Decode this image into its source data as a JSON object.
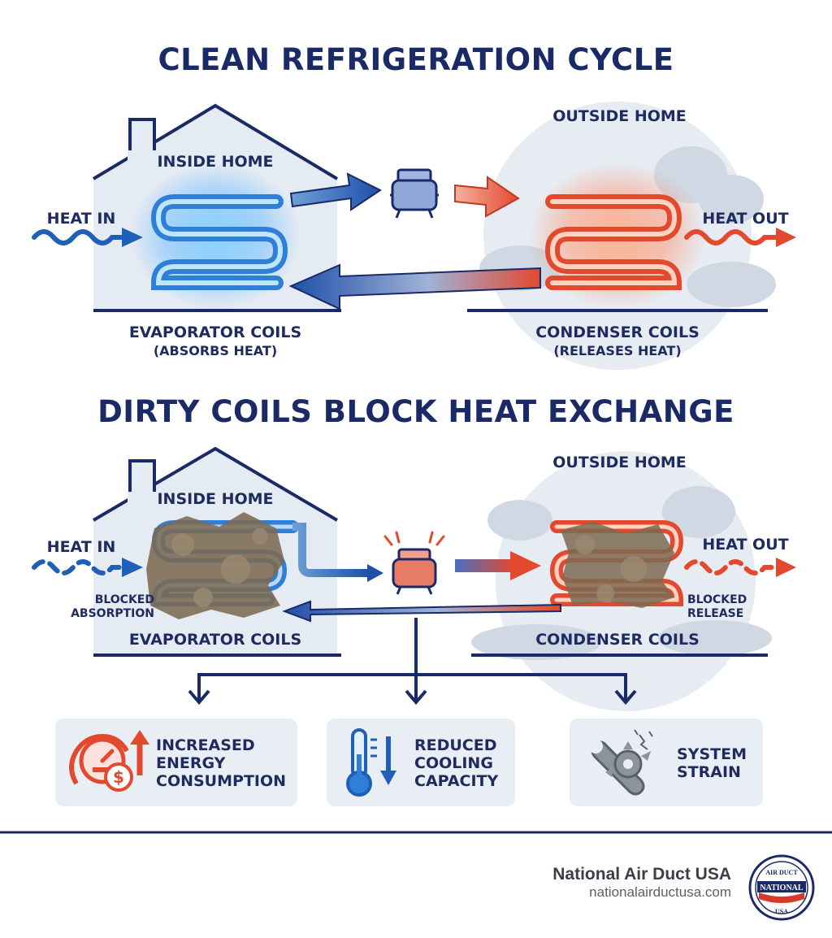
{
  "top": {
    "title": "CLEAN REFRIGERATION CYCLE",
    "inside_label": "INSIDE HOME",
    "outside_label": "OUTSIDE HOME",
    "heat_in": "HEAT IN",
    "heat_out": "HEAT OUT",
    "evap_label": "EVAPORATOR COILS",
    "evap_sub": "(ABSORBS HEAT)",
    "cond_label": "CONDENSER COILS",
    "cond_sub": "(RELEASES HEAT)"
  },
  "bottom": {
    "title": "DIRTY COILS BLOCK HEAT EXCHANGE",
    "inside_label": "INSIDE HOME",
    "outside_label": "OUTSIDE HOME",
    "heat_in": "HEAT IN",
    "heat_out": "HEAT OUT",
    "blocked_absorption_1": "BLOCKED",
    "blocked_absorption_2": "ABSORPTION",
    "blocked_release_1": "BLOCKED",
    "blocked_release_2": "RELEASE",
    "evap_label": "EVAPORATOR COILS",
    "cond_label": "CONDENSER COILS"
  },
  "effects": [
    {
      "line1": "INCREASED",
      "line2": "ENERGY",
      "line3": "CONSUMPTION",
      "icon": "energy-meter-icon"
    },
    {
      "line1": "REDUCED",
      "line2": "COOLING",
      "line3": "CAPACITY",
      "icon": "thermometer-down-icon"
    },
    {
      "line1": "SYSTEM",
      "line2": "STRAIN",
      "icon": "broken-tools-icon"
    }
  ],
  "brand": {
    "name": "National Air Duct USA",
    "url": "nationalairductusa.com",
    "logo_top": "AIR DUCT",
    "logo_mid": "NATIONAL",
    "logo_bottom": "USA"
  },
  "colors": {
    "navy": "#1a2a66",
    "cold": "#2f7fd8",
    "hot": "#e2492e",
    "dirt": "#7c6a52",
    "panel": "#e9eef4"
  }
}
